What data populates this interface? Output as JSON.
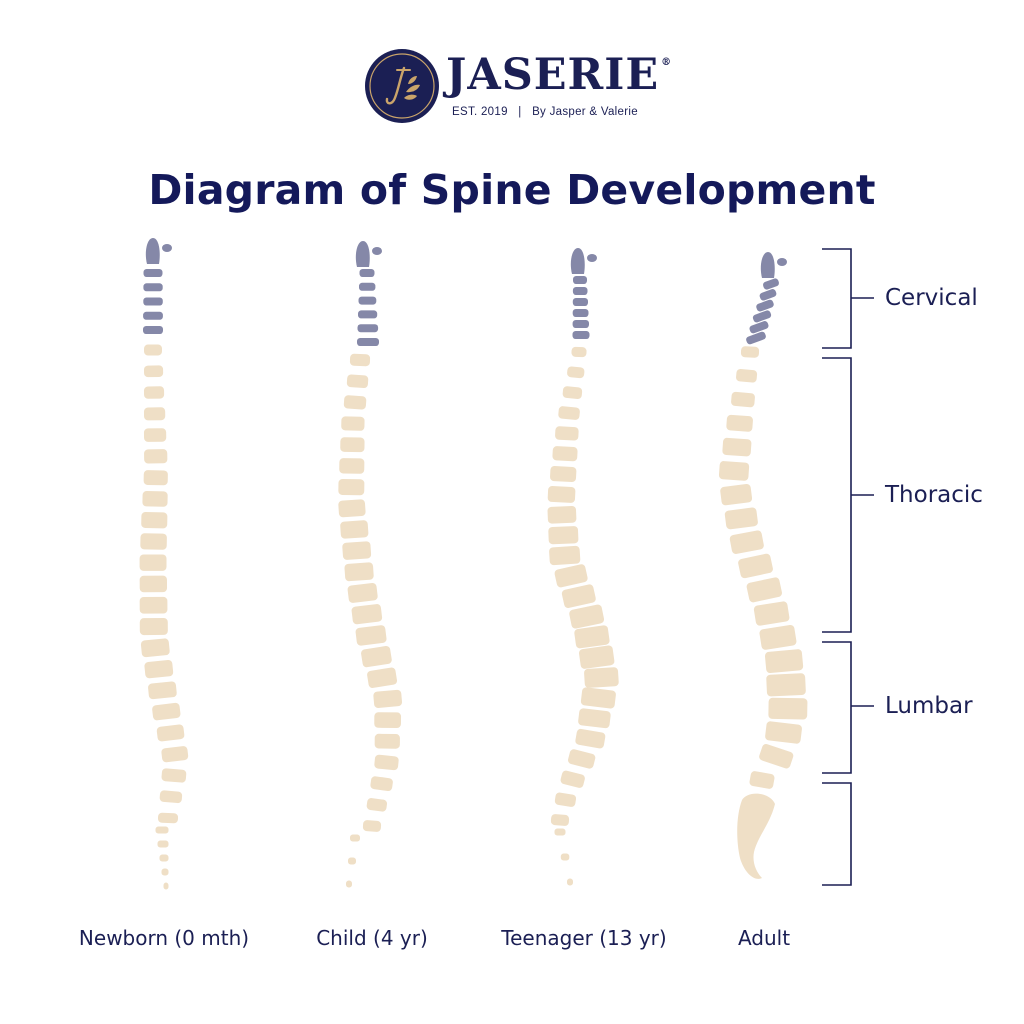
{
  "brand": {
    "name": "JASERIE",
    "registered": "®",
    "established": "EST. 2019",
    "separator": "|",
    "byline": "By Jasper & Valerie",
    "colors": {
      "navy": "#1b1f54",
      "gold": "#caa46a"
    }
  },
  "title": "Diagram of Spine Development",
  "colors": {
    "cervical": "#8588a8",
    "vertebra": "#efdfc6",
    "bracket": "#1b1f54",
    "text": "#1b1f54"
  },
  "regions": [
    {
      "id": "cervical",
      "label": "Cervical"
    },
    {
      "id": "thoracic",
      "label": "Thoracic"
    },
    {
      "id": "lumbar",
      "label": "Lumbar"
    },
    {
      "id": "sacral",
      "label": ""
    }
  ],
  "stages": [
    {
      "id": "newborn",
      "label": "Newborn (0 mth)"
    },
    {
      "id": "child",
      "label": "Child (4 yr)"
    },
    {
      "id": "teenager",
      "label": "Teenager (13 yr)"
    },
    {
      "id": "adult",
      "label": "Adult"
    }
  ]
}
